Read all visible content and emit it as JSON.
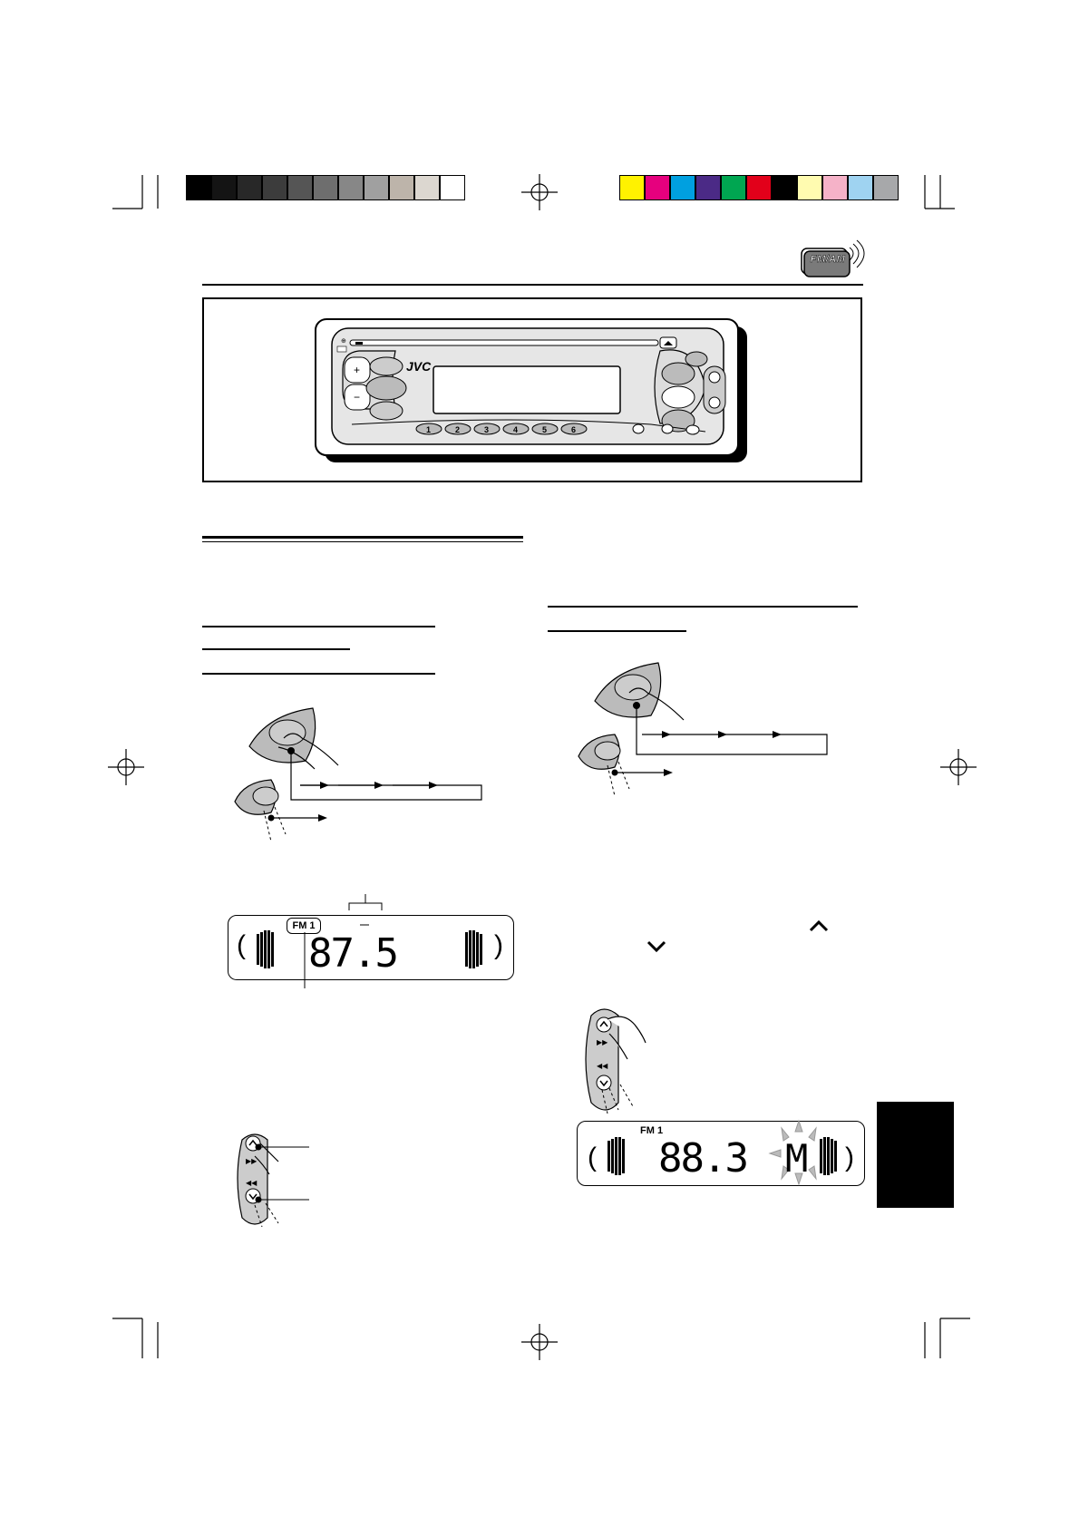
{
  "print_marks": {
    "grayscale_bar": [
      "#000000",
      "#141414",
      "#282828",
      "#3c3c3c",
      "#555555",
      "#6e6e6e",
      "#878787",
      "#a0a0a0",
      "#bdb4aa",
      "#dcd7d0",
      "#ffffff"
    ],
    "color_bar": [
      "#fff200",
      "#e6007e",
      "#00a0e0",
      "#4b2a86",
      "#00a651",
      "#e2001a",
      "#000000",
      "#fffbb0",
      "#f5b2c8",
      "#9fd3f1",
      "#a7a8aa"
    ]
  },
  "header": {
    "badge_label": "FM/AM",
    "badge_color": "#7a7a7a"
  },
  "head_unit": {
    "brand": "JVC",
    "preset_buttons": [
      "1",
      "2",
      "3",
      "4",
      "5",
      "6"
    ]
  },
  "display_left": {
    "band": "FM 1",
    "frequency": "87.5"
  },
  "display_right": {
    "band": "FM 1",
    "frequency": "88.3",
    "memory_indicator": "M"
  },
  "icons": {
    "up_chevron": "chevron-up-icon",
    "down_chevron": "chevron-down-icon"
  },
  "side_tab_color": "#000000"
}
